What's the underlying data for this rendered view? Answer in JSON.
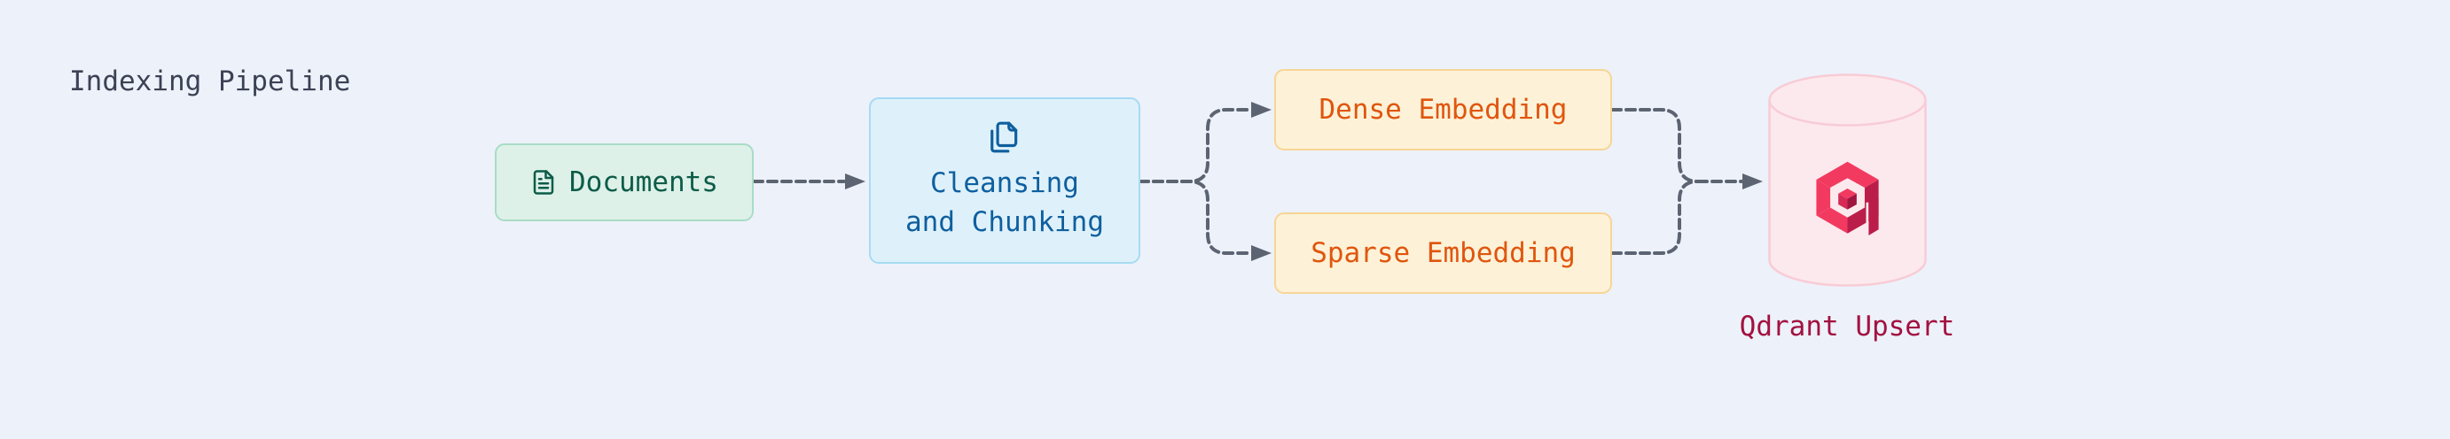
{
  "title": "Indexing Pipeline",
  "pipeline": {
    "documents": {
      "label": "Documents",
      "icon": "file-text-icon"
    },
    "cleansing": {
      "line1": "Cleansing",
      "line2": "and Chunking",
      "icon": "copy-pages-icon"
    },
    "dense": {
      "label": "Dense Embedding"
    },
    "sparse": {
      "label": "Sparse Embedding"
    },
    "qdrant": {
      "label": "Qdrant Upsert",
      "icon": "qdrant-database-cylinder-icon"
    }
  },
  "connectors": [
    "documents-to-cleansing",
    "cleansing-to-dense",
    "cleansing-to-sparse",
    "dense-to-qdrant",
    "sparse-to-qdrant"
  ],
  "colors": {
    "canvas-bg": "#edf1fa",
    "title-text": "#3b4254",
    "doc-bg": "#ddf1e8",
    "doc-border": "#a9dcc6",
    "doc-text": "#0d5c48",
    "clean-bg": "#def1fb",
    "clean-border": "#a6dbf3",
    "clean-text": "#0f5f9e",
    "embed-bg": "#fdf2d8",
    "embed-border": "#f7d595",
    "embed-text": "#e0560e",
    "db-bg": "#fce9ed",
    "db-border": "#f8ccd6",
    "db-text": "#a21240",
    "connector": "#5c6472",
    "logo-bright": "#f23a60",
    "logo-dark": "#bb1d4a",
    "logo-mid": "#d52a55",
    "logo-deep": "#9e1640"
  }
}
